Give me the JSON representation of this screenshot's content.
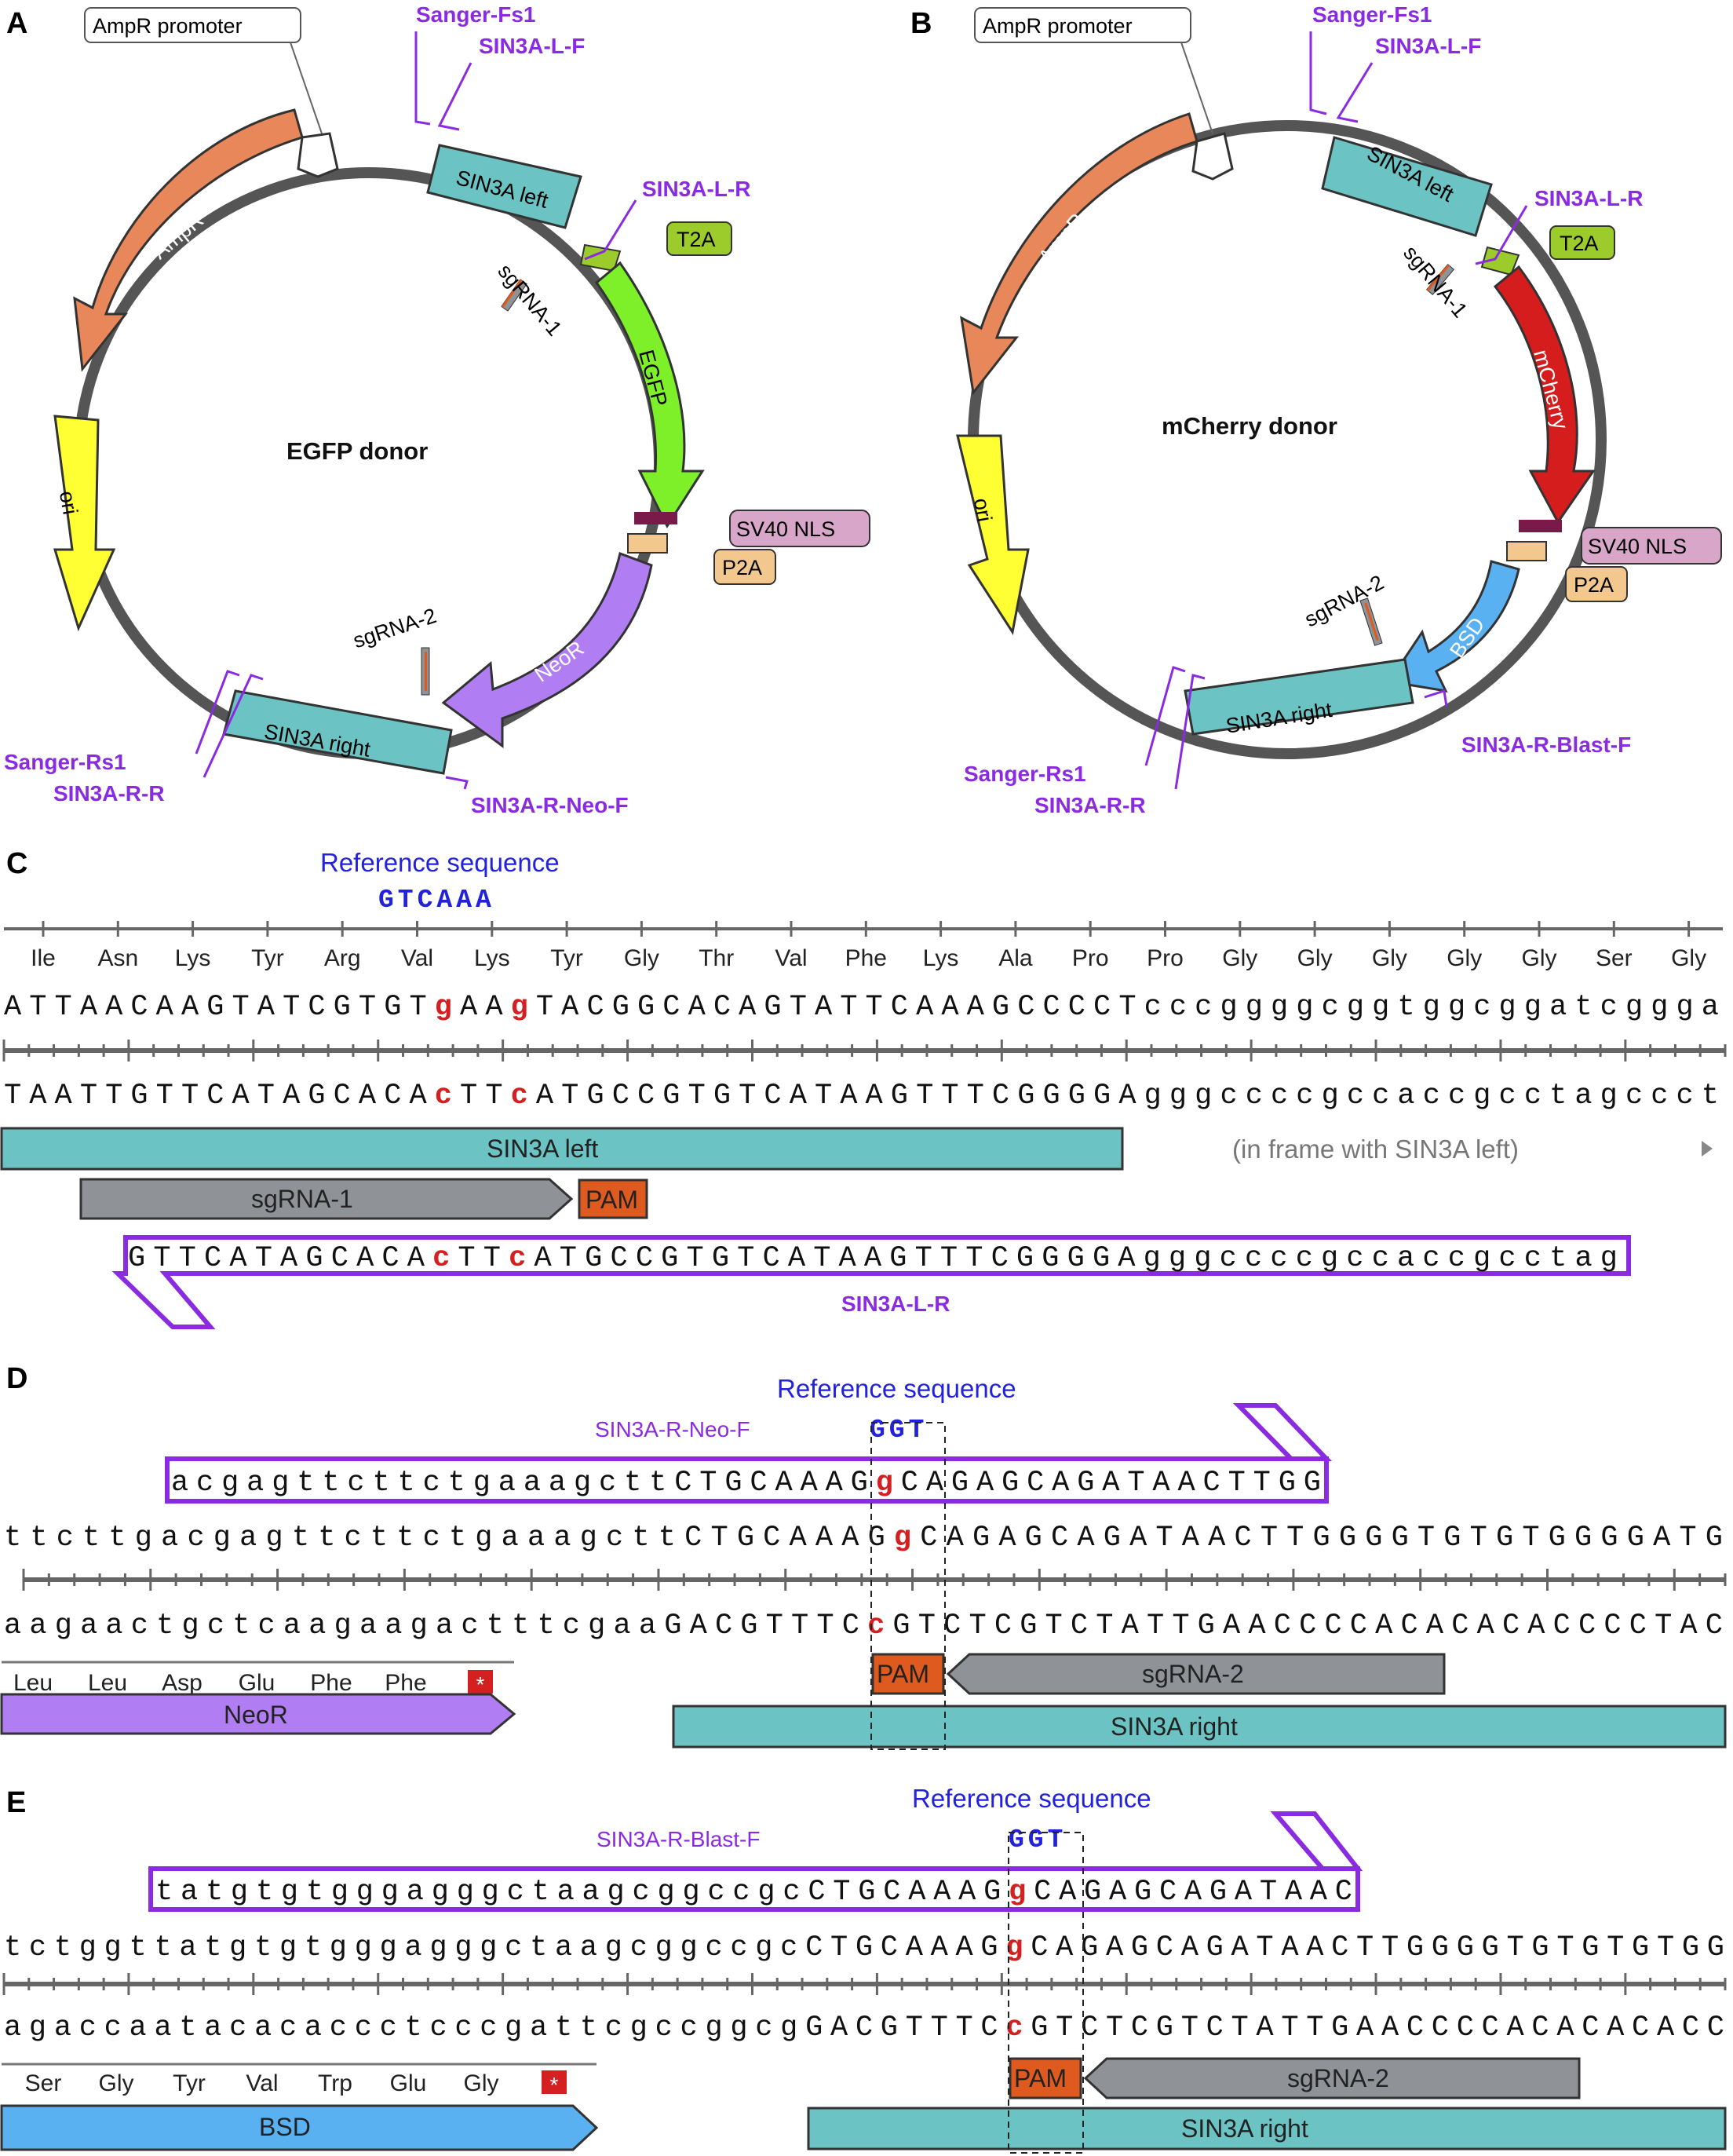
{
  "panels": {
    "a": {
      "letter": "A",
      "center_label": "EGFP donor",
      "features": [
        "AmpR promoter",
        "SIN3A left",
        "T2A",
        "EGFP",
        "SV40 NLS",
        "P2A",
        "NeoR",
        "SIN3A right",
        "ori",
        "AmpR"
      ],
      "sgrnas": [
        "sgRNA-1",
        "sgRNA-2"
      ],
      "primers": [
        "Sanger-Fs1",
        "SIN3A-L-F",
        "SIN3A-L-R",
        "Sanger-Rs1",
        "SIN3A-R-R",
        "SIN3A-R-Neo-F"
      ]
    },
    "b": {
      "letter": "B",
      "center_label": "mCherry donor",
      "features": [
        "AmpR promoter",
        "SIN3A left",
        "T2A",
        "mCherry",
        "SV40 NLS",
        "P2A",
        "BSD",
        "SIN3A right",
        "ori",
        "AmpR"
      ],
      "sgrnas": [
        "sgRNA-1",
        "sgRNA-2"
      ],
      "primers": [
        "Sanger-Fs1",
        "SIN3A-L-F",
        "SIN3A-L-R",
        "Sanger-Rs1",
        "SIN3A-R-R",
        "SIN3A-R-Blast-F"
      ]
    },
    "c": {
      "letter": "C",
      "ref_label": "Reference sequence",
      "ref_seq": "GTCAAA",
      "amino_acids": [
        "Ile",
        "Asn",
        "Lys",
        "Tyr",
        "Arg",
        "Val",
        "Lys",
        "Tyr",
        "Gly",
        "Thr",
        "Val",
        "Phe",
        "Lys",
        "Ala",
        "Pro",
        "Pro",
        "Gly",
        "Gly",
        "Gly",
        "Gly",
        "Gly",
        "Ser",
        "Gly"
      ],
      "top_strand": "ATTAACAAGTATCGTGTgAAgTACGGCACAGTATTCAAAGCCCCTcccggggcggtggcggatcggga",
      "bottom_strand": "TAATTGTTCATAGCACAcTTcATGCCGTGTCATAAGTTTCGGGGAgggccccgccaccgcctagccct",
      "primer_seq": "GTTCATAGCACAcTTcATGCCGTGTCATAAGTTTCGGGGAgggccccgccaccgcctag",
      "primer_label": "SIN3A-L-R",
      "tracks": {
        "homology": "SIN3A left",
        "note": "(in frame with SIN3A left)",
        "sgrna": "sgRNA-1",
        "pam": "PAM"
      }
    },
    "d": {
      "letter": "D",
      "ref_label": "Reference sequence",
      "ref_seq": "GGT",
      "primer_label": "SIN3A-R-Neo-F",
      "primer_seq": "acgagttcttctgaaagcttCTGCAAAGgCAGAGCAGATAACTTGG",
      "top_strand": "ttcttgacgagttcttctgaaagcttCTGCAAAGgCAGAGCAGATAACTTGGGGTGTGTGGGGATG",
      "bottom_strand": "aagaactgctcaagaagactttcgaaGACGTTTCcGTCTCGTCTATTGAACCCCACACACACCCCTAC",
      "amino_acids": [
        "Leu",
        "Leu",
        "Asp",
        "Glu",
        "Phe",
        "Phe",
        "*"
      ],
      "tracks": {
        "marker": "NeoR",
        "homology": "SIN3A right",
        "sgrna": "sgRNA-2",
        "pam": "PAM"
      }
    },
    "e": {
      "letter": "E",
      "ref_label": "Reference sequence",
      "ref_seq": "GGT",
      "primer_label": "SIN3A-R-Blast-F",
      "primer_seq": "tatgtgtgggagggctaagcggccgcCTGCAAAGgCAGAGCAGATAAC",
      "top_strand": "tctggttatgtgtgggagggctaagcggccgcCTGCAAAGgCAGAGCAGATAACTTGGGGTGTGTGTGG",
      "bottom_strand": "agaccaatacacaccctcccgattcgccggcgGACGTTTCcGTCTCGTCTATTGAACCCCACACACACC",
      "amino_acids": [
        "Ser",
        "Gly",
        "Tyr",
        "Val",
        "Trp",
        "Glu",
        "Gly",
        "*"
      ],
      "tracks": {
        "marker": "BSD",
        "homology": "SIN3A right",
        "sgrna": "sgRNA-2",
        "pam": "PAM"
      }
    }
  },
  "colors": {
    "primer": "#8a2be2",
    "ref": "#2222dd",
    "mutation": "#d42020",
    "backbone": "#555555",
    "sin3a": "#6cc3c3",
    "ampr": "#e8875a",
    "ori": "#ffff33",
    "egfp": "#7ef02a",
    "mcherry": "#d61d1d",
    "neor": "#b07ef2",
    "bsd": "#5ab1f2",
    "t2a": "#9ccc2c",
    "p2a": "#f2c88e",
    "nls": "#d8a6c8",
    "sgrna": "#8f9296",
    "pam": "#de5a1e"
  }
}
